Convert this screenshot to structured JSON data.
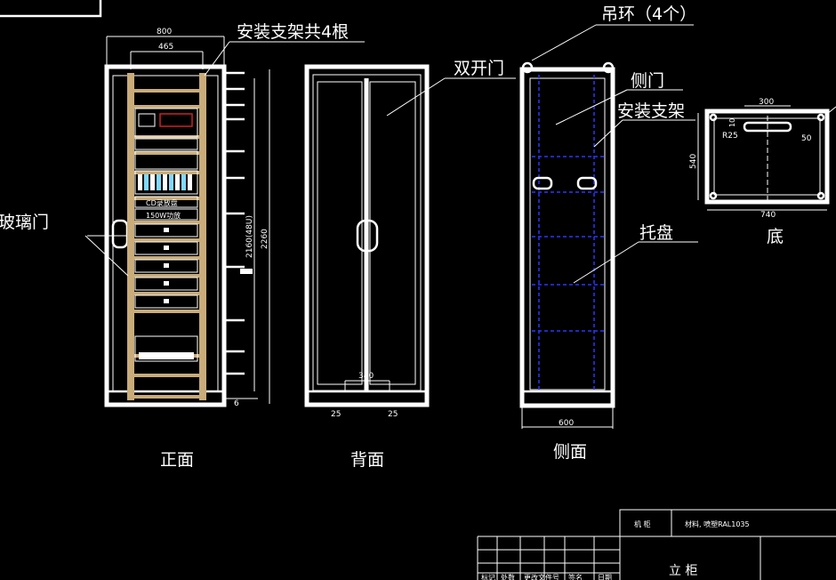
{
  "colors": {
    "background": "#000000",
    "line": "#ffffff",
    "bracket": "#c9ac7a",
    "dashed": "#2a35ff",
    "screen": "#cc2222"
  },
  "labels": {
    "brackets4": "安装支架共4根",
    "glass_door": "玻璃门",
    "double_door": "双开门",
    "lifting_ring": "吊环（4个）",
    "side_door": "侧门",
    "mount_bracket": "安装支架",
    "tray": "托盘",
    "bottom": "底"
  },
  "views": {
    "front": "正面",
    "back": "背面",
    "side": "侧面"
  },
  "dims": {
    "w800": "800",
    "w465": "465",
    "h2260": "2260",
    "h2160": "2160(48U)",
    "d6": "6",
    "b340": "340",
    "b25a": "25",
    "b25b": "25",
    "w600": "600",
    "t300": "300",
    "t540": "540",
    "t740": "740",
    "tr25": "R25",
    "t50": "50",
    "t10": "10"
  },
  "equipment": {
    "cd": "CD录放盘",
    "amp": "150W功放"
  },
  "title_block": {
    "material_label": "机 柜",
    "material_value": "材料, 喷塑RAL1035",
    "name": "立 柜",
    "headers": [
      "标记",
      "处数",
      "更改文件号",
      "签名",
      "日期"
    ]
  }
}
